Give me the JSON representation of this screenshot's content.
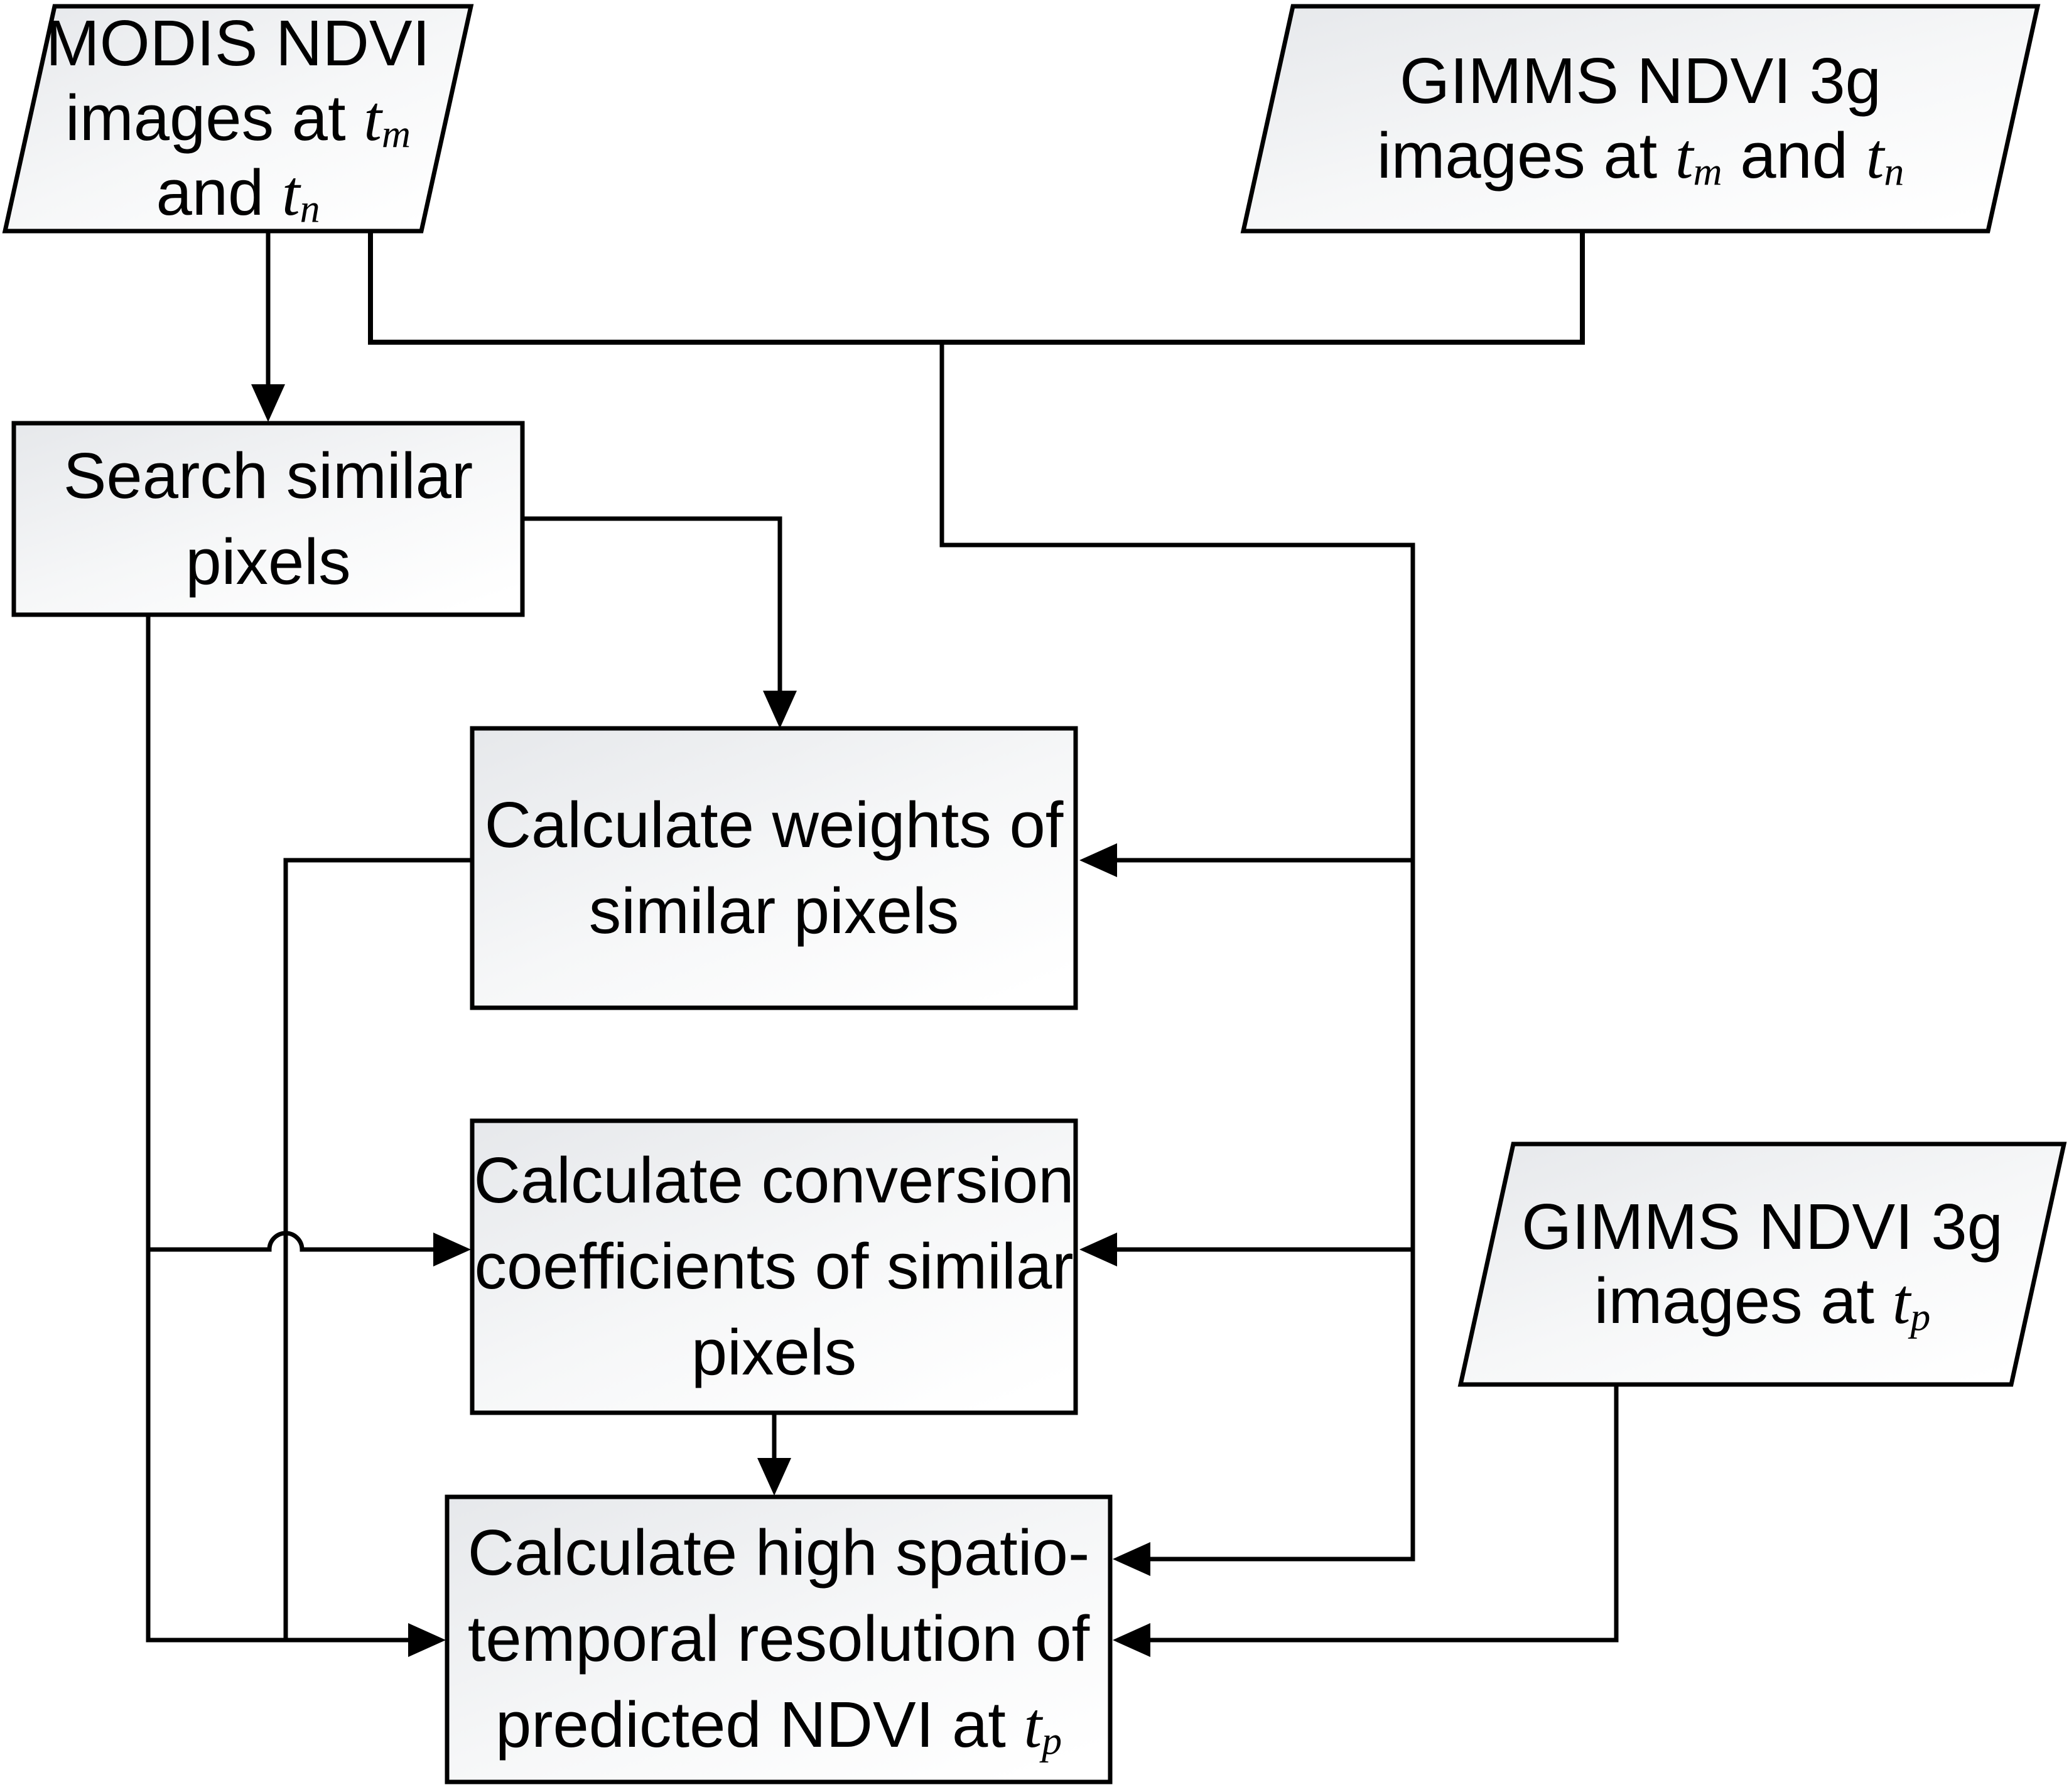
{
  "colors": {
    "line_stroke": "#000000",
    "shape_fill_light": "#e6e8eb",
    "shape_fill_white": "#ffffff",
    "text": "#000000",
    "background": "#ffffff"
  },
  "nodes": {
    "modis_tm_tn": {
      "line1": "MODIS NDVI",
      "line2_prefix": "images at ",
      "line3_prefix": "and ",
      "t": "t",
      "sub_m": "m",
      "sub_n": "n"
    },
    "gimms_tm_tn": {
      "line1": "GIMMS NDVI 3g",
      "line2_prefix": "images at ",
      "and_sep": " and ",
      "t": "t",
      "sub_m": "m",
      "sub_n": "n"
    },
    "search_similar": {
      "lines": [
        "Search similar",
        "pixels"
      ]
    },
    "calc_weights": {
      "lines": [
        "Calculate weights of",
        "similar pixels"
      ]
    },
    "calc_conversion": {
      "lines": [
        "Calculate conversion",
        "coefficients of similar",
        "pixels"
      ]
    },
    "calc_prediction": {
      "line1": "Calculate high spatio-",
      "line2": "temporal resolution of",
      "line3_prefix": "predicted NDVI at ",
      "t": "t",
      "sub_p": "p"
    },
    "gimms_tp": {
      "line1": "GIMMS NDVI 3g",
      "line2_prefix": "images at ",
      "t": "t",
      "sub_p": "p"
    }
  }
}
